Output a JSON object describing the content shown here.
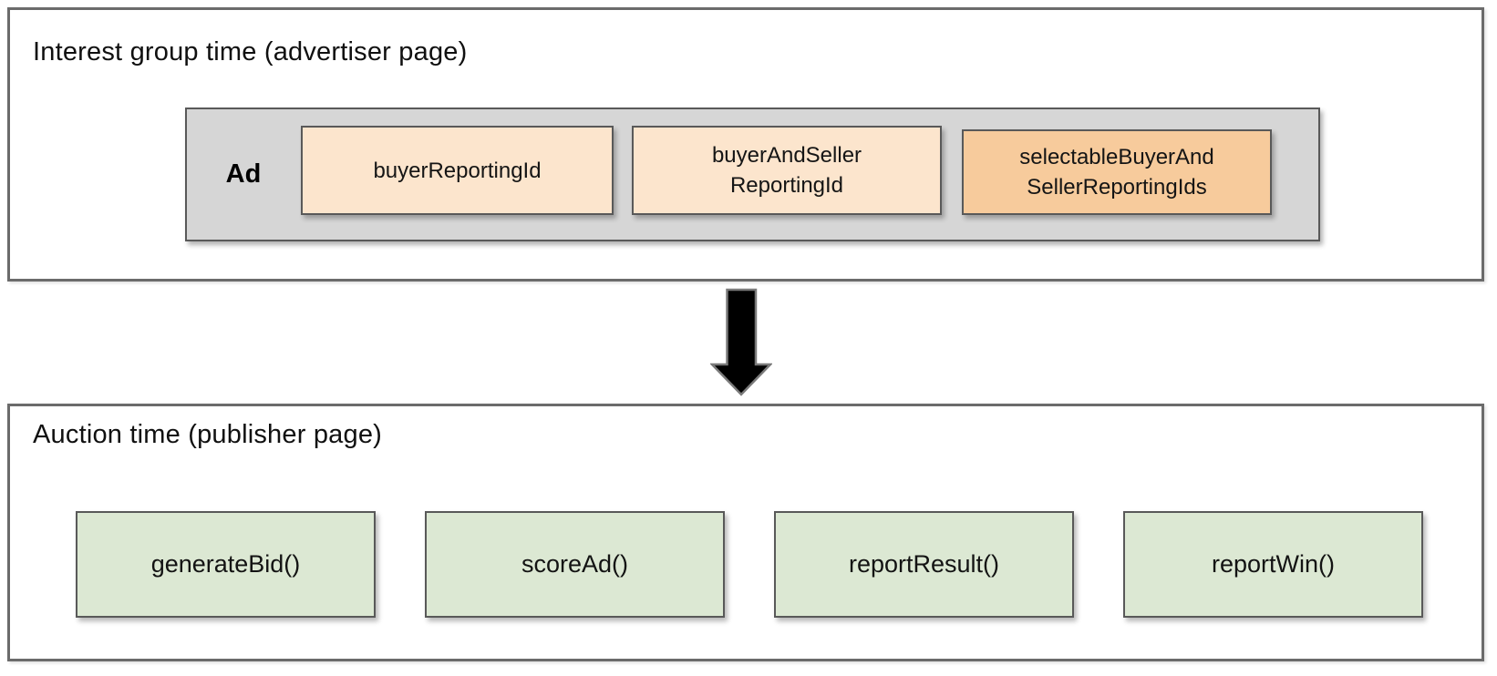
{
  "colors": {
    "section_border": "#6b6b6b",
    "inner_border": "#595959",
    "ad_container_bg": "#d6d6d6",
    "peach_bg": "#fce5cd",
    "orange_bg": "#f7cb9c",
    "green_bg": "#dce8d3",
    "arrow_fill": "#000000",
    "text": "#111111"
  },
  "interest_group_section": {
    "title": "Interest group time (advertiser page)",
    "ad_label": "Ad",
    "fields": [
      {
        "label": "buyerReportingId",
        "style": "peach"
      },
      {
        "label": "buyerAndSeller\nReportingId",
        "style": "peach"
      },
      {
        "label": "selectableBuyerAnd\nSellerReportingIds",
        "style": "orange"
      }
    ]
  },
  "arrow": {
    "name": "down-arrow",
    "direction": "down"
  },
  "auction_section": {
    "title": "Auction time (publisher page)",
    "functions": [
      {
        "label": "generateBid()"
      },
      {
        "label": "scoreAd()"
      },
      {
        "label": "reportResult()"
      },
      {
        "label": "reportWin()"
      }
    ]
  }
}
